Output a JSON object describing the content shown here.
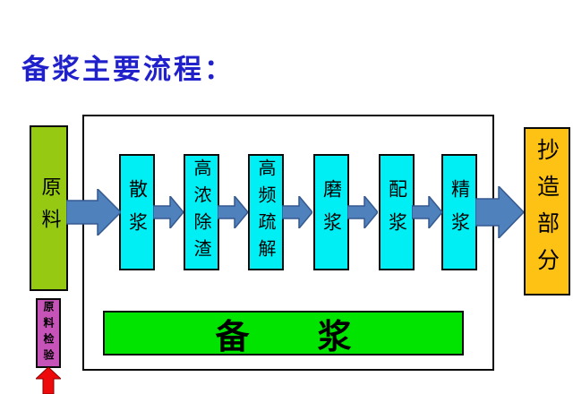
{
  "title": "备浆主要流程：",
  "colors": {
    "title_blue": "#2121cc",
    "arrow_blue": "#4f81bd",
    "raw_material_green": "#95c912",
    "step_cyan": "#00eff5",
    "papermaking_orange": "#fdc213",
    "banner_green": "#00e400",
    "inspection_magenta": "#c653b8",
    "inspection_arrow_red": "#ee0a0a"
  },
  "flow": {
    "source": {
      "label": "原料"
    },
    "steps": [
      {
        "label": "散浆"
      },
      {
        "label": "高浓除渣"
      },
      {
        "label": "高频疏解"
      },
      {
        "label": "磨浆"
      },
      {
        "label": "配浆"
      },
      {
        "label": "精浆"
      }
    ],
    "sink": {
      "label": "抄造部分"
    },
    "banner": {
      "label": "备　　浆"
    },
    "inspection": {
      "label": "原料检验"
    }
  }
}
